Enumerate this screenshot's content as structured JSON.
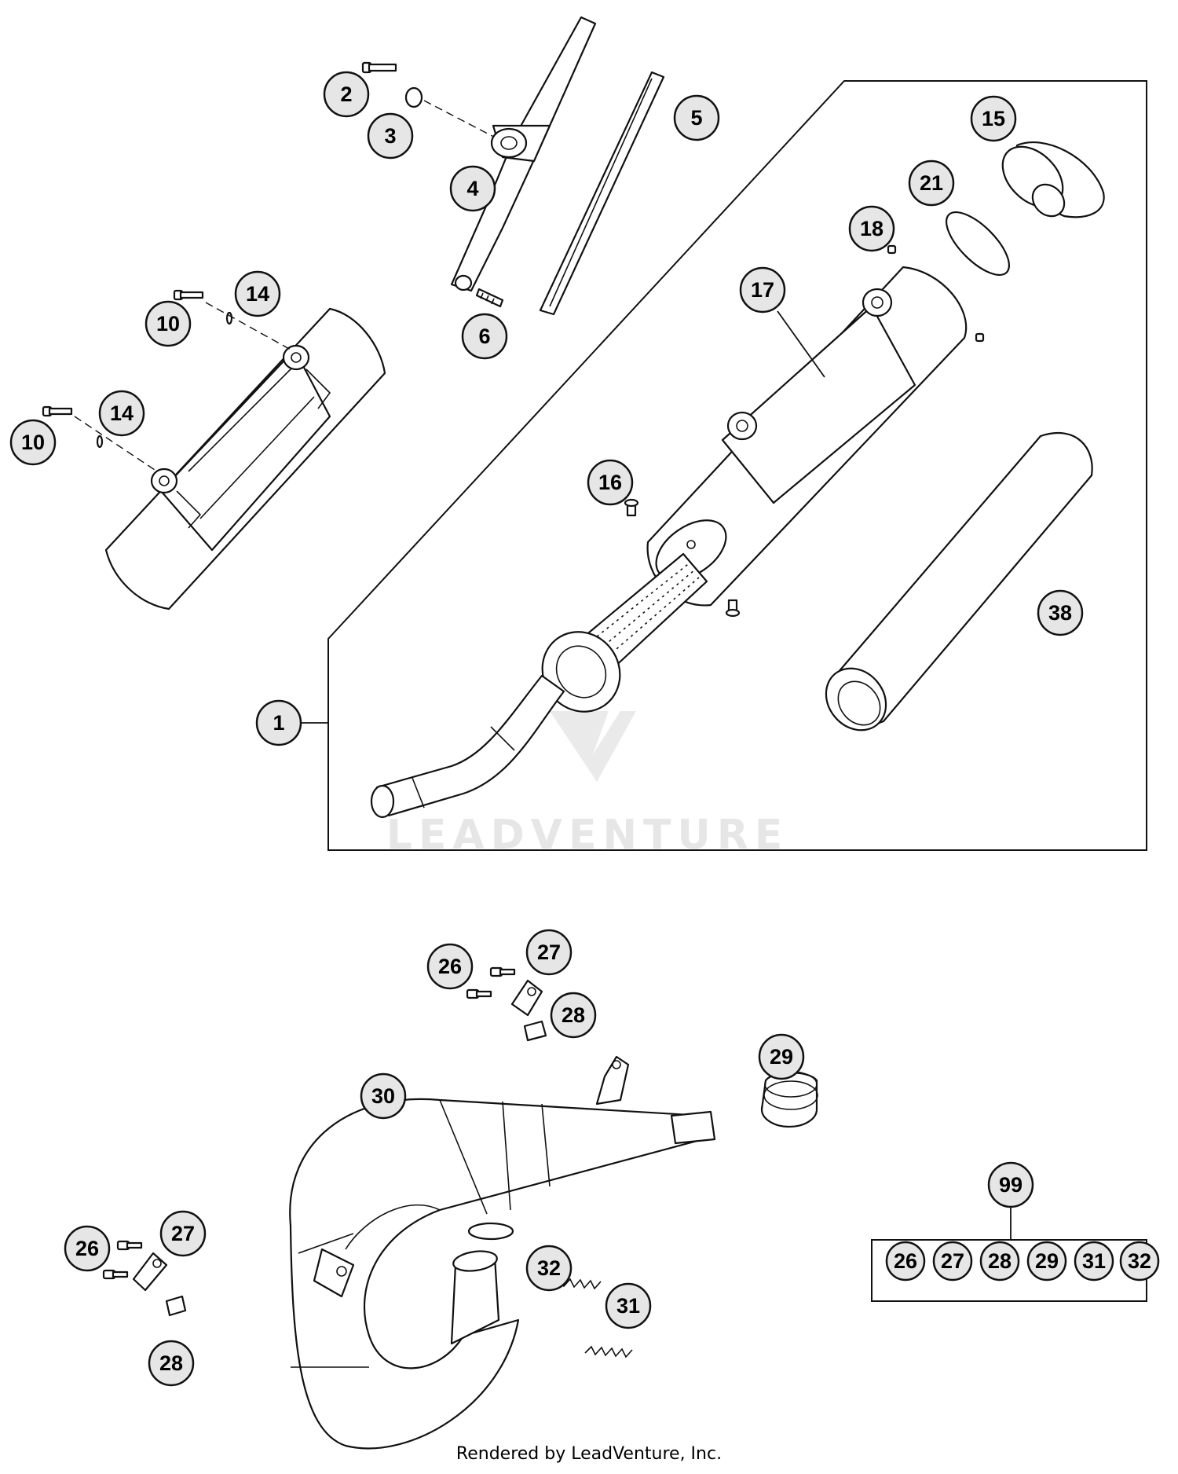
{
  "watermark": "LEADVENTURE",
  "footer": "Rendered by LeadVenture, Inc.",
  "kit_label": "99",
  "kit_items": [
    "26",
    "27",
    "28",
    "29",
    "31",
    "32"
  ],
  "callouts": {
    "c1": "1",
    "c2": "2",
    "c3": "3",
    "c4": "4",
    "c5": "5",
    "c6": "6",
    "c10a": "10",
    "c10b": "10",
    "c14a": "14",
    "c14b": "14",
    "c15": "15",
    "c16": "16",
    "c17": "17",
    "c18": "18",
    "c21": "21",
    "c38": "38",
    "c26a": "26",
    "c27a": "27",
    "c28a": "28",
    "c29": "29",
    "c30": "30",
    "c26b": "26",
    "c27b": "27",
    "c28b": "28",
    "c31": "31",
    "c32": "32"
  }
}
